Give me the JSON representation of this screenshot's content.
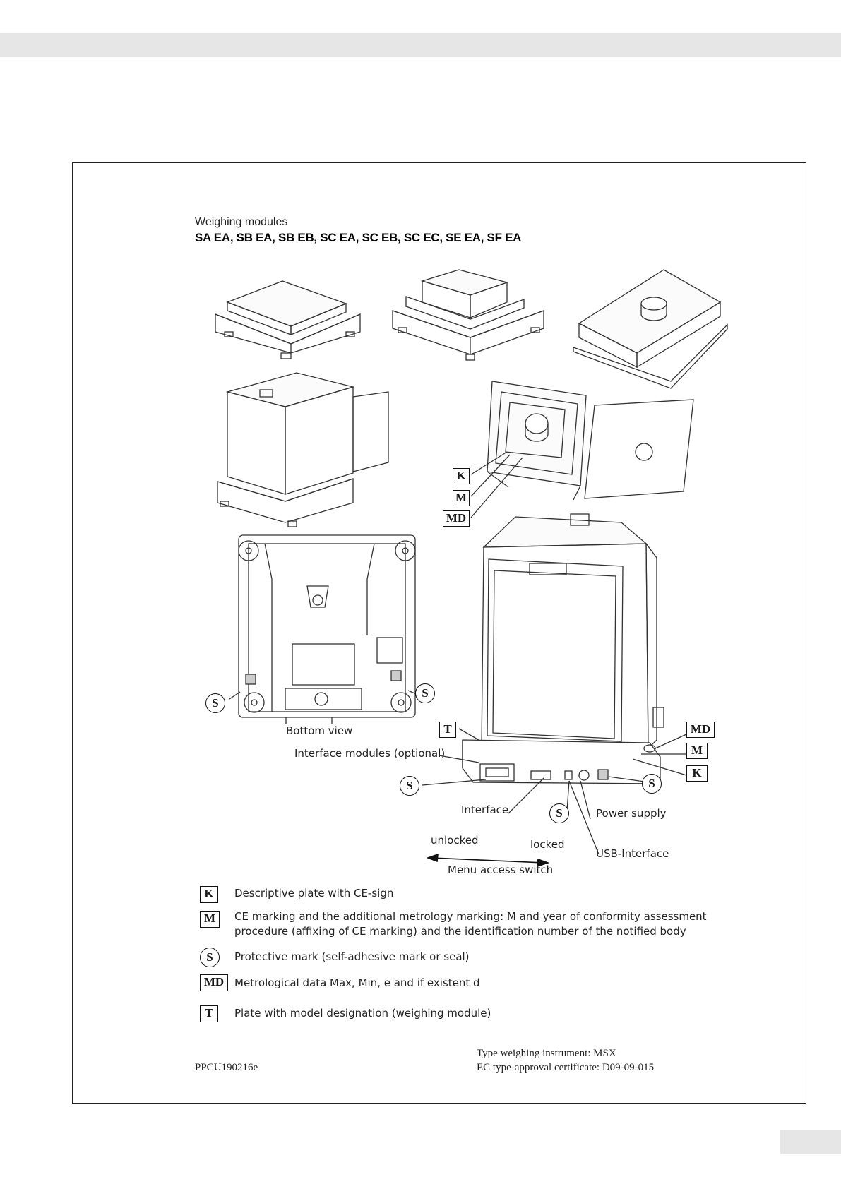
{
  "document": {
    "heading": "Weighing modules",
    "models": "SA EA, SB EA, SB EB, SC EA, SC EB, SC EC, SE EA, SF EA"
  },
  "figure_labels": {
    "bottom_view": "Bottom view",
    "interface_modules": "Interface modules (optional)",
    "interface": "Interface",
    "power_supply": "Power supply",
    "unlocked": "unlocked",
    "locked": "locked",
    "usb_interface": "USB-Interface",
    "menu_access_switch": "Menu access switch"
  },
  "symbols": {
    "K": "K",
    "M": "M",
    "MD": "MD",
    "S": "S",
    "T": "T"
  },
  "legend": [
    {
      "symbol": "K",
      "text": "Descriptive plate with CE-sign"
    },
    {
      "symbol": "M",
      "text": "CE marking and the additional metrology marking: M and year of conformity assessment",
      "text2": "procedure (affixing of CE marking) and the identification number of the notified body"
    },
    {
      "symbol": "S",
      "text": "Protective mark (self-adhesive mark or seal)"
    },
    {
      "symbol": "MD",
      "text": "Metrological data Max, Min, e and if existent d"
    },
    {
      "symbol": "T",
      "text": "Plate with model designation (weighing module)"
    }
  ],
  "footer": {
    "code": "PPCU190216e",
    "type_line": "Type weighing instrument: MSX",
    "cert_line": "EC type-approval certificate: D09-09-015"
  }
}
